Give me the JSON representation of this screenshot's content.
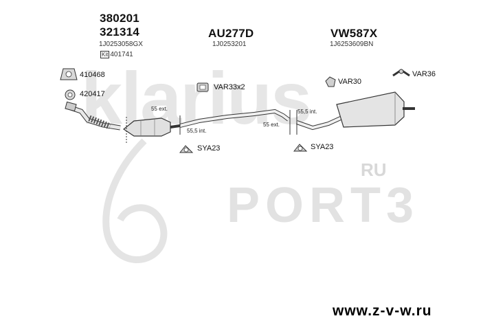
{
  "watermarks": {
    "brand": "klarius",
    "site": "PORT3",
    "site_suffix": "RU",
    "url": "www.z-v-w.ru"
  },
  "header": {
    "group1": {
      "code1": "380201",
      "code2": "321314",
      "oem": "1J0253058GX",
      "kit_label": "Kit",
      "kit_code": "401741"
    },
    "group2": {
      "code": "AU277D",
      "oem": "1J0253201"
    },
    "group3": {
      "code": "VW587X",
      "oem": "1J6253609BN"
    }
  },
  "parts": {
    "gasket": "410468",
    "flange": "420417",
    "clamp_var33": "VAR33x2",
    "hanger_var30": "VAR30",
    "hanger_var36": "VAR36",
    "rubber_sya23_left": "SYA23",
    "rubber_sya23_right": "SYA23"
  },
  "dimensions": {
    "d1": "55 ext.",
    "d2": "55,5 int.",
    "d3": "55,5 int.",
    "d4": "55 ext."
  },
  "colors": {
    "line": "#1a1a1a",
    "watermark": "#e2e2e2",
    "part_fill": "#d9d9d9"
  }
}
